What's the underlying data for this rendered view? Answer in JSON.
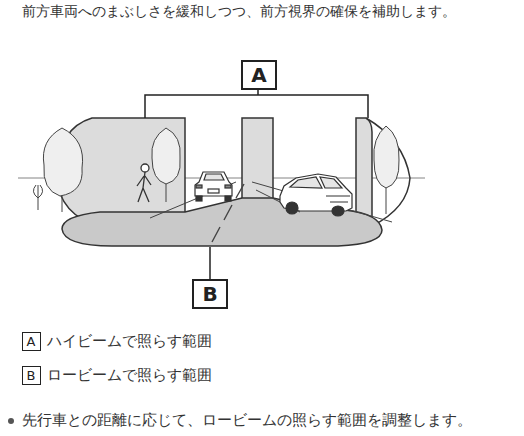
{
  "diagram": {
    "nodes": [
      {
        "text": [
          "A"
        ]
      },
      {
        "text": [
          "B"
        ]
      },
      {
        "text": [
          "A"
        ]
      },
      {
        "text": [
          "B"
        ]
      }
    ],
    "labels": [
      "前方車両へのまぶしさを緩和しつつ、前方視界の確保を補助します。",
      "ハイビームで照らす範囲",
      "ロービームで照らす範囲",
      "先行車との距離に応じて、ロービームの照らす範囲を調整します。"
    ]
  }
}
